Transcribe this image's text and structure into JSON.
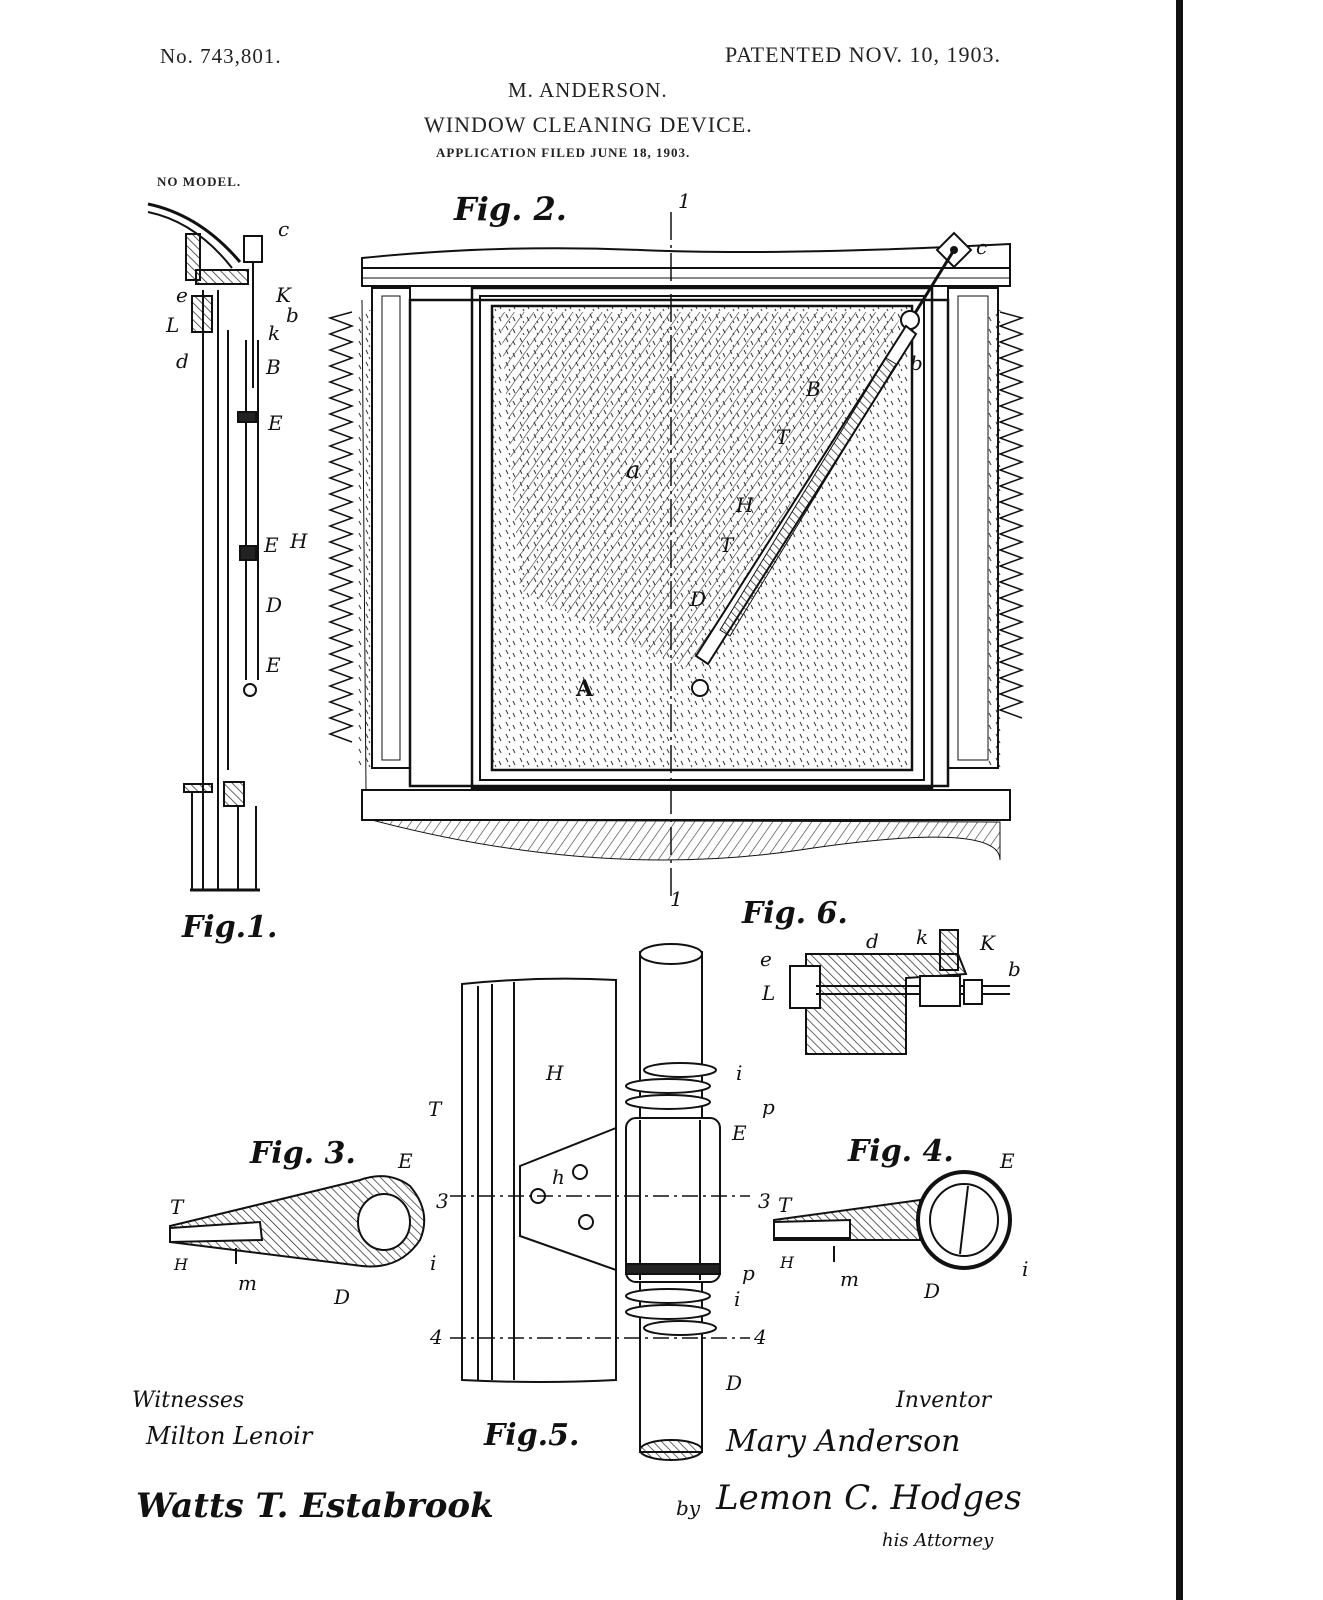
{
  "header": {
    "patent_number": "No. 743,801.",
    "patented_date": "PATENTED NOV. 10, 1903.",
    "inventor": "M. ANDERSON.",
    "title": "WINDOW CLEANING DEVICE.",
    "application_filed": "APPLICATION FILED JUNE 18, 1903.",
    "model_note": "NO MODEL."
  },
  "figures": {
    "fig1": "Fig.1.",
    "fig2": "Fig. 2.",
    "fig3": "Fig. 3.",
    "fig4": "Fig. 4.",
    "fig5": "Fig.5.",
    "fig6": "Fig. 6."
  },
  "reference_letters": {
    "fig1": [
      "c",
      "K",
      "b",
      "e",
      "L",
      "k",
      "d",
      "B",
      "E",
      "E",
      "H",
      "D",
      "E"
    ],
    "fig2": [
      "1",
      "1",
      "c",
      "b",
      "B",
      "T",
      "a",
      "H",
      "T",
      "D",
      "A"
    ],
    "fig3": [
      "E",
      "T",
      "H",
      "m",
      "D",
      "i",
      "3"
    ],
    "fig4": [
      "E",
      "T",
      "H",
      "m",
      "D",
      "i",
      "3"
    ],
    "fig5": [
      "H",
      "T",
      "i",
      "p",
      "E",
      "h",
      "p",
      "i",
      "4",
      "4",
      "D"
    ],
    "fig6": [
      "e",
      "d",
      "k",
      "K",
      "b",
      "L"
    ]
  },
  "signatures": {
    "witnesses_label": "Witnesses",
    "witness_1": "Milton Lenoir",
    "witness_2": "Watts T. Estabrook",
    "inventor_label": "Inventor",
    "inventor_signature": "Mary Anderson",
    "attorney_by": "by",
    "attorney_signature": "Lemon C. Hodges",
    "attorney_label": "his Attorney"
  },
  "colors": {
    "ink": "#111111",
    "paper": "#ffffff"
  }
}
